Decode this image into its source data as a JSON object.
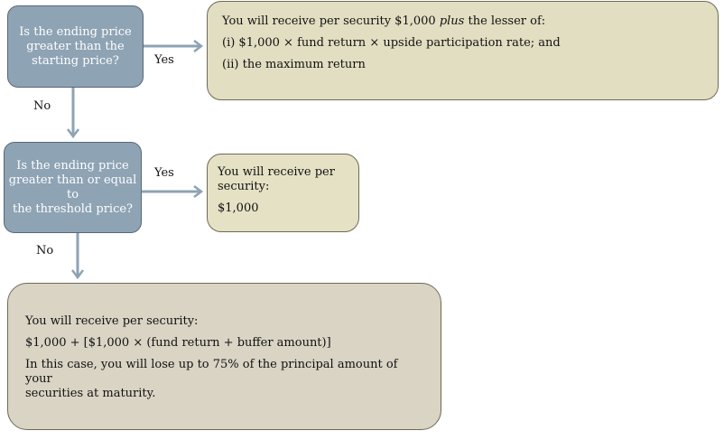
{
  "decision1": {
    "line1": "Is the ending price",
    "line2": "greater than the",
    "line3": "starting price?"
  },
  "decision2": {
    "line1": "Is the ending price",
    "line2": "greater than or equal to",
    "line3": "the threshold price?"
  },
  "labels": {
    "yes1": "Yes",
    "no1": "No",
    "yes2": "Yes",
    "no2": "No"
  },
  "result1": {
    "line1_pre": "You will receive per security $1,000 ",
    "line1_em": "plus",
    "line1_post": " the lesser of:",
    "line2": "(i) $1,000 × fund return × upside participation rate; and",
    "line3": "(ii) the maximum return"
  },
  "result2": {
    "line1": "You will receive per",
    "line2": "security:",
    "line3": "$1,000"
  },
  "result3": {
    "line1": "You will receive per security:",
    "line2": "$1,000 + [$1,000 × (fund return + buffer amount)]",
    "line3": "In this case, you will lose up to 75% of the principal amount of your",
    "line4": "securities at maturity."
  },
  "colors": {
    "decision_fill": "#8ea3b4",
    "arrow": "#8ea3b4",
    "result_fill": "#e2dec2",
    "result3_fill": "#d9d4c4"
  }
}
